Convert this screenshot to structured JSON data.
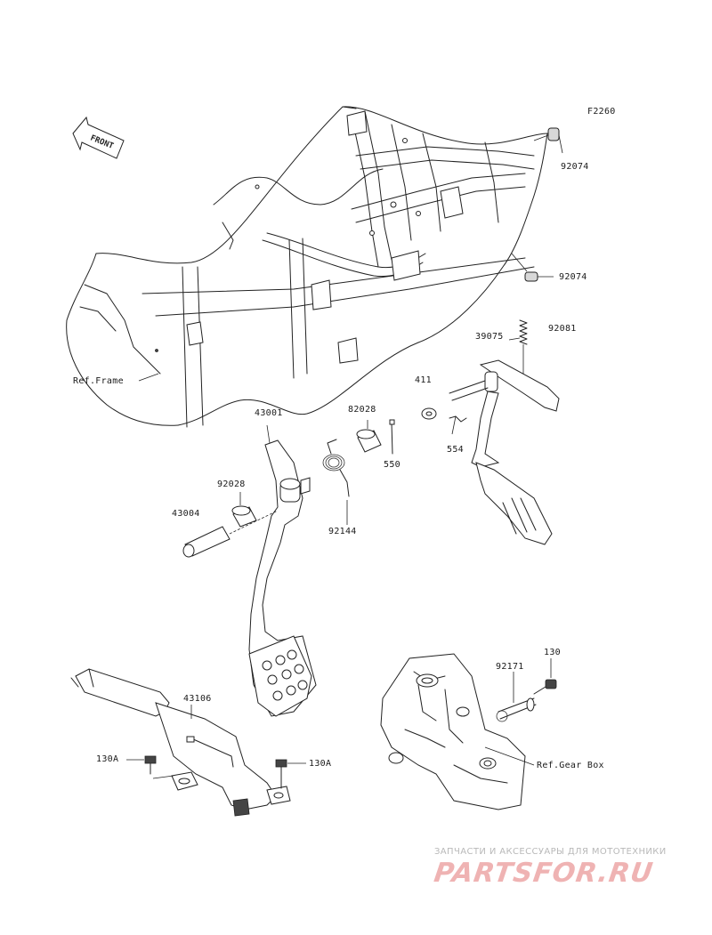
{
  "diagram": {
    "code": "F2260",
    "front_label": "FRONT",
    "refs": {
      "frame": "Ref.Frame",
      "gear_box": "Ref.Gear Box"
    },
    "parts": {
      "p92074_top": "92074",
      "p92074_mid": "92074",
      "p39075": "39075",
      "p92081": "92081",
      "p411": "411",
      "p554": "554",
      "p82028": "82028",
      "p550": "550",
      "p43001": "43001",
      "p92028": "92028",
      "p43004": "43004",
      "p92144": "92144",
      "p130": "130",
      "p92171": "92171",
      "p43106": "43106",
      "p130A_left": "130A",
      "p130A_right": "130A"
    }
  },
  "watermark": {
    "tagline": "ЗАПЧАСТИ И АКСЕССУАРЫ ДЛЯ МОТОТЕХНИКИ",
    "logo": "PARTSFOR.RU"
  }
}
